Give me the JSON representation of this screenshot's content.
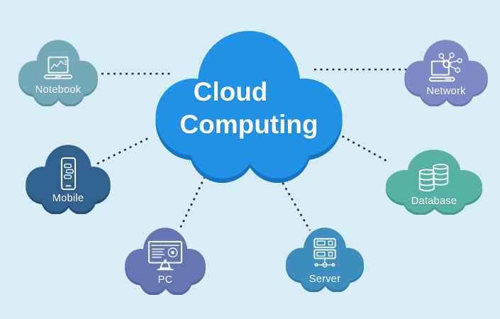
{
  "background_color": "#d9edf6",
  "connector_color": "#2a2a2a",
  "title": {
    "line1": "Cloud",
    "line2": "Computing",
    "full": "Cloud Computing"
  },
  "center": {
    "label": "Cloud Computing",
    "color": "#2092e6",
    "shadow": "#1573c4"
  },
  "nodes": [
    {
      "id": "notebook",
      "label": "Notebook",
      "icon": "laptop-chart-icon",
      "color": "#74a9ba",
      "shadow": "#5b93a4"
    },
    {
      "id": "network",
      "label": "Network",
      "icon": "network-nodes-icon",
      "color": "#7d8ac6",
      "shadow": "#6a78b6"
    },
    {
      "id": "mobile",
      "label": "Mobile",
      "icon": "smartphone-icon",
      "color": "#30618f",
      "shadow": "#254d78"
    },
    {
      "id": "database",
      "label": "Database",
      "icon": "database-icon",
      "color": "#58b1a5",
      "shadow": "#44998c"
    },
    {
      "id": "pc",
      "label": "PC",
      "icon": "desktop-monitor-icon",
      "color": "#6477b3",
      "shadow": "#54689f"
    },
    {
      "id": "server",
      "label": "Server",
      "icon": "server-rack-icon",
      "color": "#3e8fc0",
      "shadow": "#2e7aaa"
    }
  ],
  "connections": [
    {
      "from": "Notebook",
      "to": "Cloud Computing"
    },
    {
      "from": "Network",
      "to": "Cloud Computing"
    },
    {
      "from": "Mobile",
      "to": "Cloud Computing"
    },
    {
      "from": "Database",
      "to": "Cloud Computing"
    },
    {
      "from": "PC",
      "to": "Cloud Computing"
    },
    {
      "from": "Server",
      "to": "Cloud Computing"
    }
  ]
}
